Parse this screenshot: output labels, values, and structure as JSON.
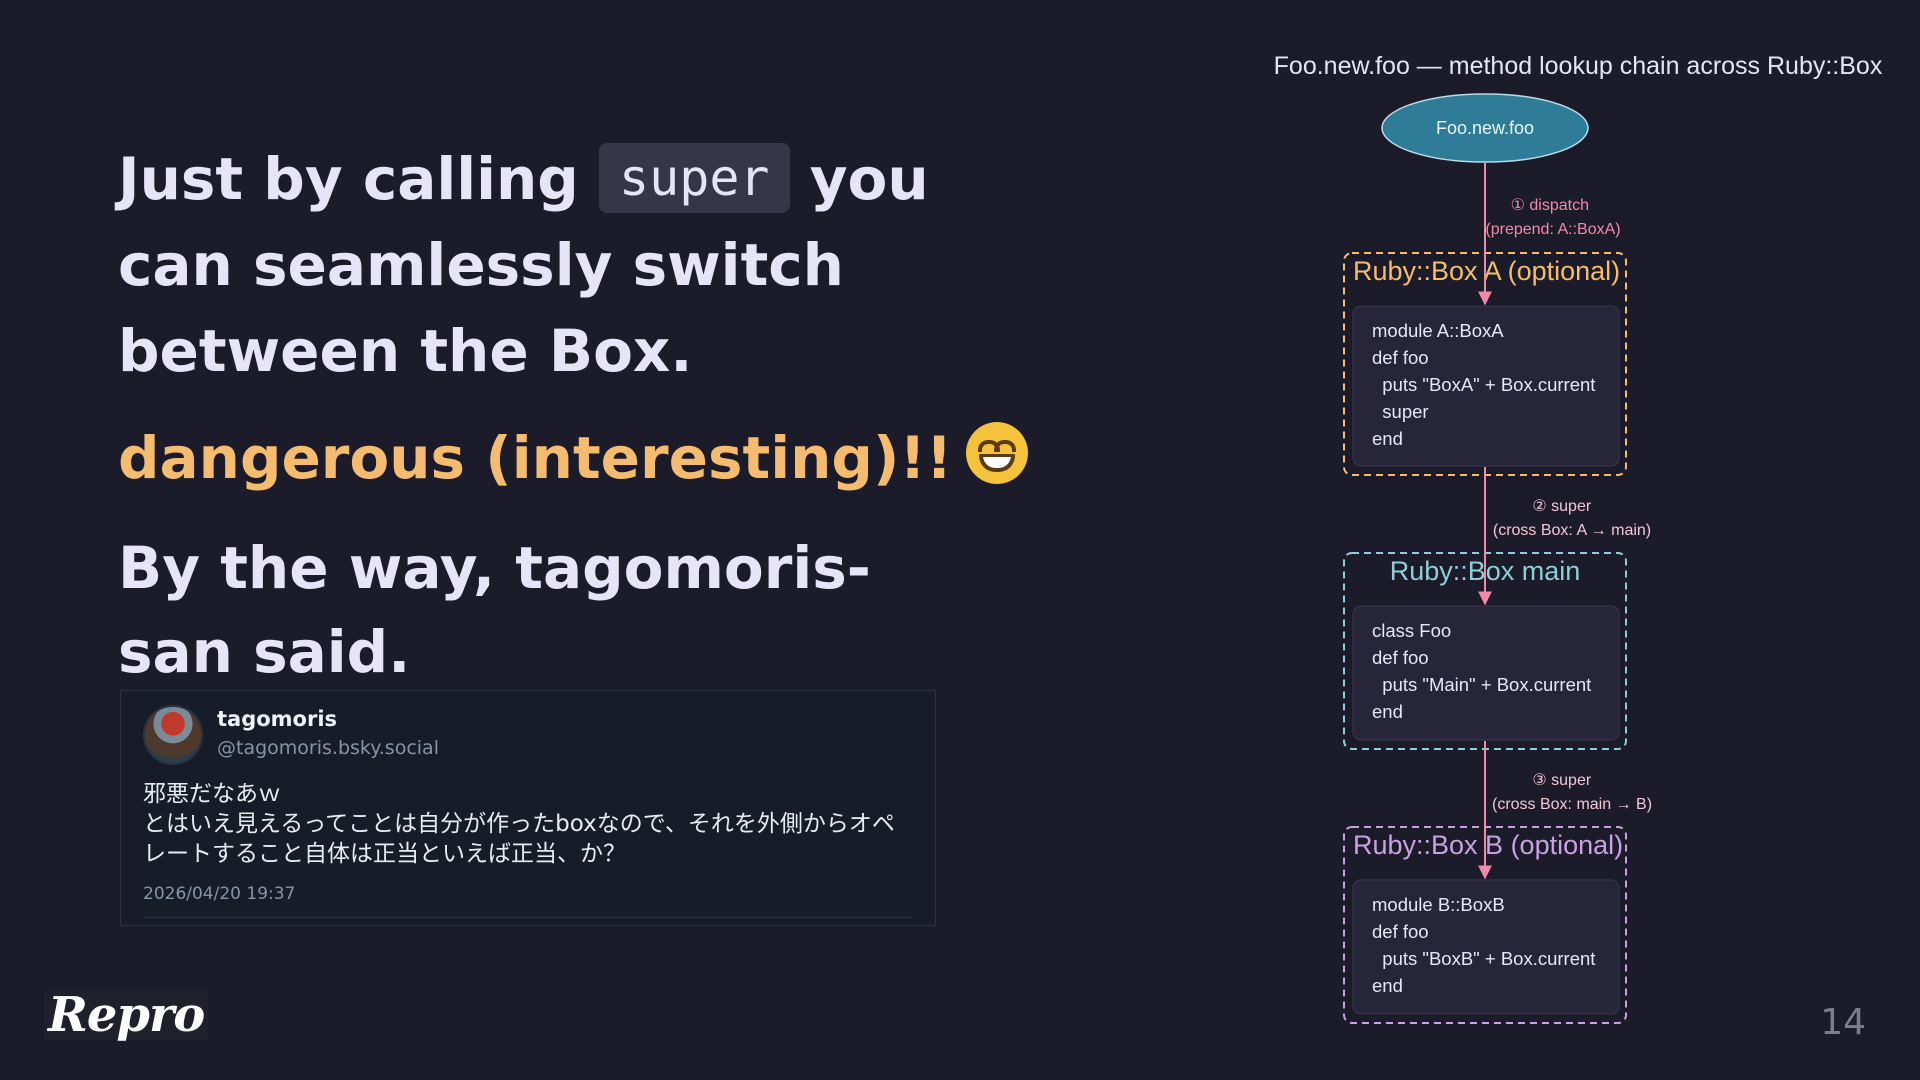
{
  "slide": {
    "headline_before": "Just by calling",
    "headline_code": "super",
    "headline_after": "you can seamlessly switch between the Box.",
    "highlight": "dangerous (interesting)!!",
    "emoji": "grinning-squinting-face",
    "byway": "By the way, tagomoris-san said.",
    "page_number": "14",
    "logo_text": "Repro"
  },
  "post": {
    "author": "tagomoris",
    "handle": "@tagomoris.bsky.social",
    "lines": [
      "邪悪だなあｗ",
      "とはいえ見えるってことは自分が作ったboxなので、それを外側からオペ",
      "レートすること自体は正当といえば正当、か？"
    ],
    "timestamp": "2026/04/20 19:37"
  },
  "diagram": {
    "title": "Foo.new.foo  — method lookup chain across Ruby::Box",
    "start_node": "Foo.new.foo",
    "boxes": [
      {
        "label": "Ruby::Box A  (optional)",
        "color": "#f3bd6c",
        "code": [
          "module A::BoxA",
          "def foo",
          "  puts \"BoxA\" + Box.current",
          "  super",
          "end"
        ]
      },
      {
        "label": "Ruby::Box main",
        "color": "#8fcdd8",
        "code": [
          "class Foo",
          "def foo",
          "  puts \"Main\" + Box.current",
          "end"
        ]
      },
      {
        "label": "Ruby::Box B  (optional)",
        "color": "#c9a2e3",
        "code": [
          "module B::BoxB",
          "def foo",
          "  puts \"BoxB\" + Box.current",
          "end"
        ]
      }
    ],
    "edges": [
      {
        "line1": "① dispatch",
        "line2": "(prepend: A::BoxA)"
      },
      {
        "line1": "② super",
        "line2": "(cross Box: A → main)"
      },
      {
        "line1": "③ super",
        "line2": "(cross Box: main → B)"
      }
    ],
    "edge_color": "#f08aa8",
    "node_color": "#2e7c98"
  }
}
